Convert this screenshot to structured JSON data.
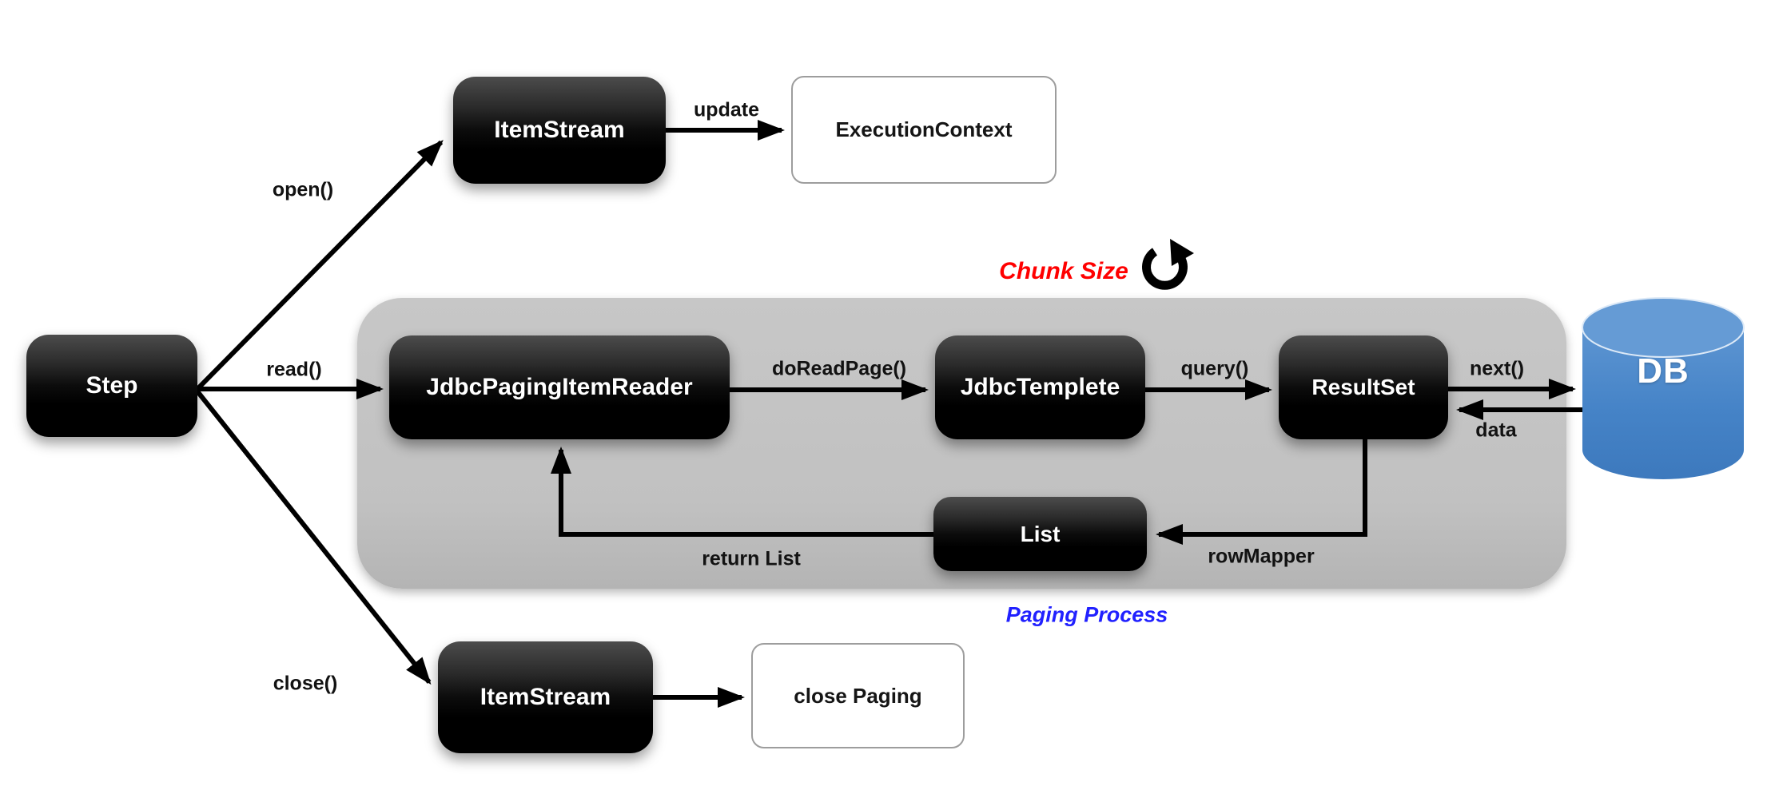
{
  "nodes": {
    "step": {
      "label": "Step"
    },
    "item_stream_top": {
      "label": "ItemStream"
    },
    "execution_context": {
      "label": "ExecutionContext"
    },
    "jdbc_paging_item_reader": {
      "label": "JdbcPagingItemReader"
    },
    "jdbc_templete": {
      "label": "JdbcTemplete"
    },
    "result_set": {
      "label": "ResultSet"
    },
    "list": {
      "label": "List"
    },
    "db": {
      "label": "DB"
    },
    "item_stream_bottom": {
      "label": "ItemStream"
    },
    "close_paging": {
      "label": "close Paging"
    }
  },
  "edges": {
    "open": {
      "label": "open()"
    },
    "read": {
      "label": "read()"
    },
    "close": {
      "label": "close()"
    },
    "update": {
      "label": "update"
    },
    "do_read_page": {
      "label": "doReadPage()"
    },
    "query": {
      "label": "query()"
    },
    "next": {
      "label": "next()"
    },
    "data": {
      "label": "data"
    },
    "row_mapper": {
      "label": "rowMapper"
    },
    "return_list": {
      "label": "return List"
    }
  },
  "annotations": {
    "chunk_size": {
      "label": "Chunk Size",
      "color": "#ff0000",
      "icon": "refresh-icon"
    },
    "paging_process": {
      "label": "Paging Process",
      "color": "#2121ff"
    }
  },
  "colors": {
    "node_black": "#000000",
    "node_black_sheen": "#4c4c4c",
    "container_gray": "#c2c2c2",
    "db_blue": "#417fc3",
    "db_blue_light": "#689dd6",
    "arrow": "#000000",
    "white_node_border": "#9d9d9d"
  }
}
